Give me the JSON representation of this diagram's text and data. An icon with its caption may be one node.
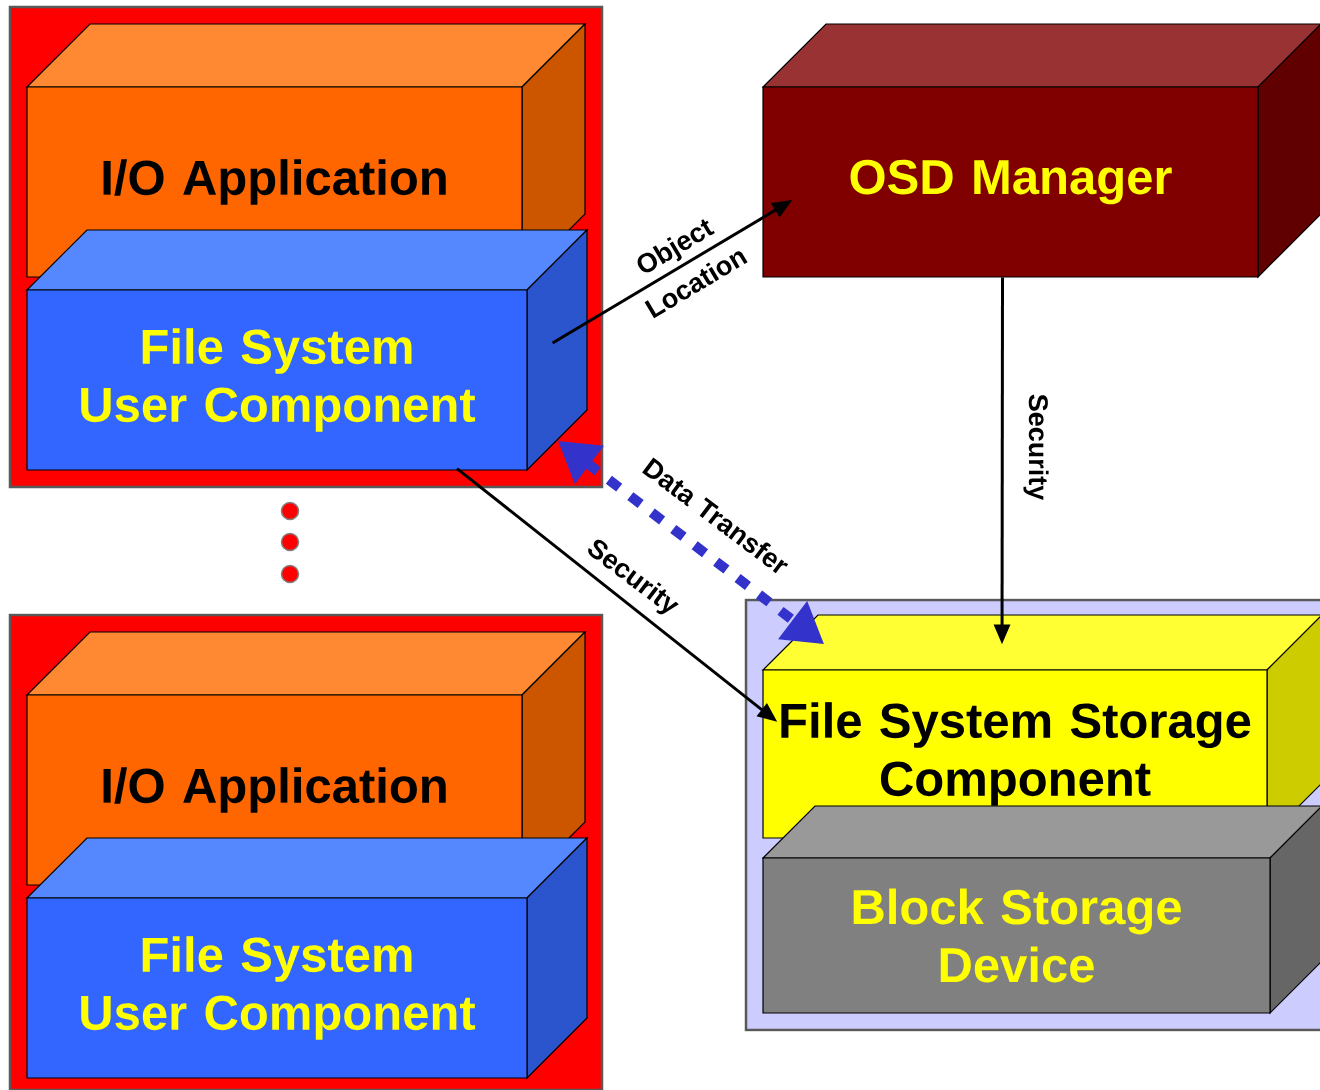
{
  "diagram": {
    "nodes": [
      {
        "text": [],
        "shape": "box"
      },
      {
        "text": [
          "I/O Application"
        ],
        "in": 0
      },
      {
        "text": [
          "File System User Component"
        ],
        "in": 0
      },
      {
        "text": [],
        "shape": "box"
      },
      {
        "text": [
          "I/O Application"
        ],
        "in": 3
      },
      {
        "text": [
          "File System User Component"
        ],
        "in": 3
      },
      {
        "text": [
          "OSD Manager"
        ]
      },
      {
        "text": [],
        "shape": "box"
      },
      {
        "text": [
          "File System Storage Component"
        ],
        "in": 7
      },
      {
        "text": [
          "Block Storage Device"
        ],
        "in": 7
      }
    ],
    "edges": [
      {
        "from": 2,
        "to": 6,
        "arrow": "to",
        "label": "Object Location"
      },
      {
        "from": 6,
        "to": 8,
        "arrow": "to",
        "label": "Security"
      },
      {
        "from": 2,
        "to": 8,
        "arrow": "to",
        "label": "Security"
      },
      {
        "from": 2,
        "to": 8,
        "arrow": "both",
        "label": "Data Transfer",
        "style": "dashed",
        "color": "#3333cc"
      }
    ]
  }
}
